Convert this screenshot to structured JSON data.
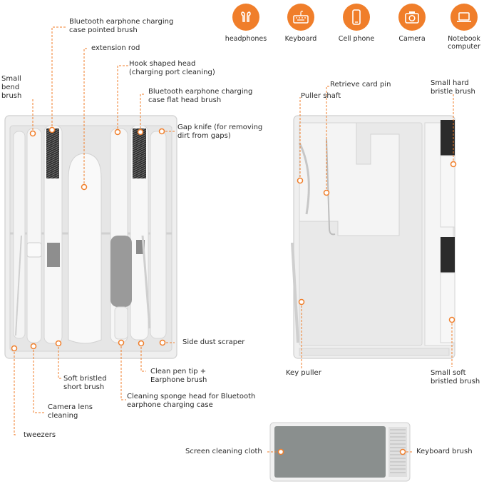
{
  "features": [
    {
      "label": "headphones",
      "icon": "earbuds-icon"
    },
    {
      "label": "Keyboard",
      "icon": "keyboard-icon"
    },
    {
      "label": "Cell phone",
      "icon": "phone-icon"
    },
    {
      "label": "Camera",
      "icon": "camera-icon"
    },
    {
      "label": "Notebook computer",
      "icon": "laptop-icon"
    }
  ],
  "left_labels": {
    "pointed_brush": "Bluetooth earphone charging case pointed brush",
    "extension_rod": "extension rod",
    "small_bend_brush": "Small bend brush",
    "hook_head": "Hook shaped head (charging port cleaning)",
    "flat_head_brush": "Bluetooth earphone charging case flat head brush",
    "gap_knife": "Gap knife (for removing dirt from gaps)",
    "side_scraper": "Side dust scraper",
    "pen_tip": "Clean pen tip + Earphone brush",
    "sponge_head": "Cleaning sponge head for Bluetooth earphone charging case",
    "soft_short_brush": "Soft bristled short brush",
    "lens_cleaning": "Camera lens cleaning",
    "tweezers": "tweezers"
  },
  "right_labels": {
    "puller_shaft": "Puller shaft",
    "card_pin": "Retrieve card pin",
    "hard_brush": "Small hard bristle brush",
    "key_puller": "Key puller",
    "soft_brush": "Small soft bristled brush"
  },
  "bottom_labels": {
    "cloth": "Screen cleaning cloth",
    "keyboard_brush": "Keyboard brush"
  },
  "colors": {
    "accent": "#f07e2a",
    "body": "#eeeeee",
    "outline": "#cfcfcf"
  }
}
